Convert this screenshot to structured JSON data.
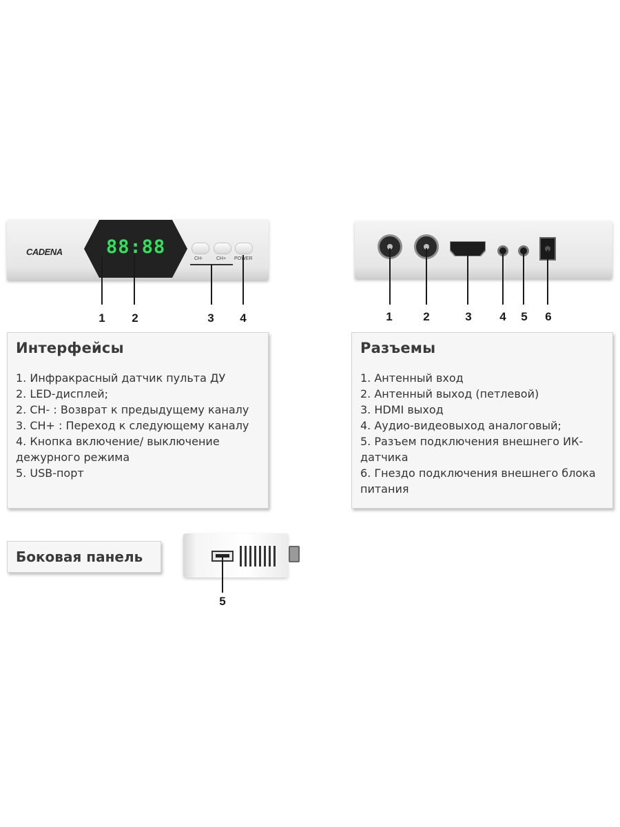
{
  "front_panel": {
    "logo": "CADENA",
    "display": "88:88",
    "button_labels": [
      "CH-",
      "CH+",
      "POWER"
    ],
    "callouts": [
      "1",
      "2",
      "3",
      "4"
    ]
  },
  "rear_panel": {
    "callouts": [
      "1",
      "2",
      "3",
      "4",
      "5",
      "6"
    ]
  },
  "interfaces": {
    "title": "Интерфейсы",
    "items": [
      "1. Инфракрасный датчик пульта ДУ",
      "2. LED-дисплей;",
      "2. CH- : Возврат к предыдущему каналу",
      "3. CH+ : Переход к следующему каналу",
      "4. Кнопка включение/ выключение дежурного режима",
      "5. USB-порт"
    ]
  },
  "connectors": {
    "title": "Разъемы",
    "items": [
      "1. Антенный вход",
      "2. Антенный выход (петлевой)",
      "3. HDMI выход",
      "4. Аудио-видеовыход аналоговый;",
      "5. Разъем подключения внешнего ИК-датчика",
      "6. Гнездо подключения внешнего блока питания"
    ]
  },
  "side_panel": {
    "title": "Боковая панель",
    "callout": "5"
  }
}
